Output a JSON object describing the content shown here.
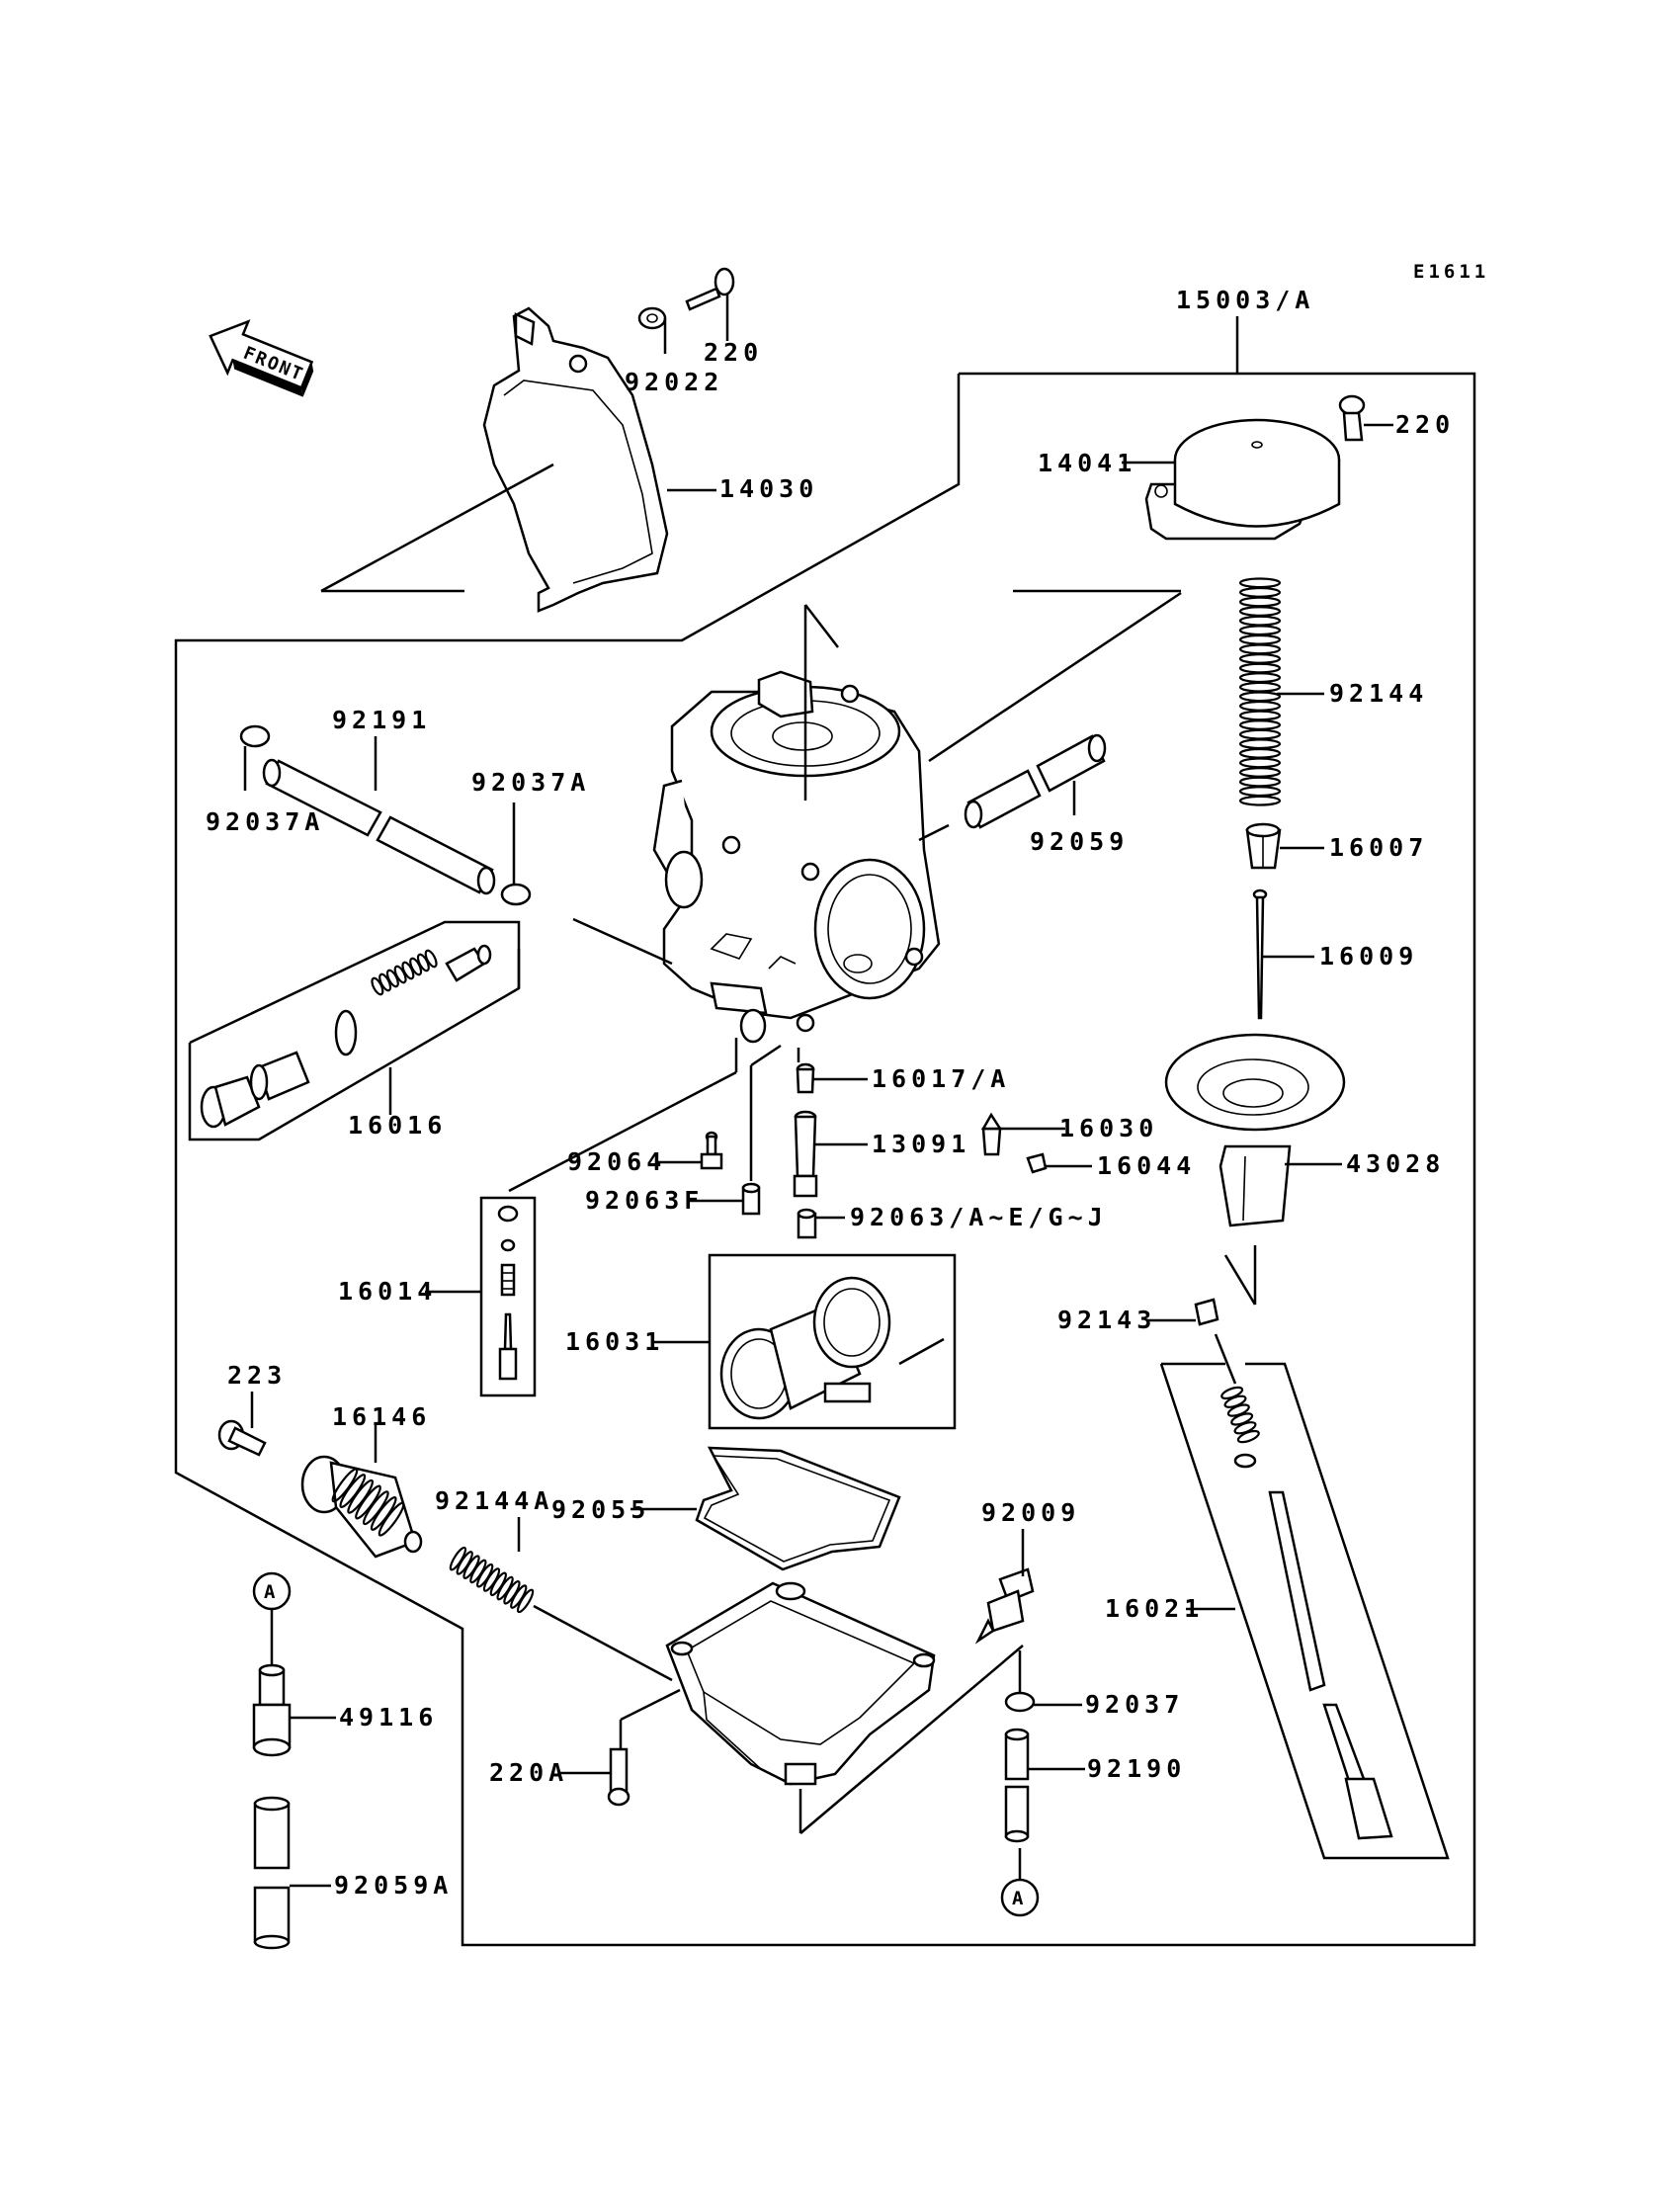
{
  "diagram_code": "E1611",
  "front_label": "FRONT",
  "callouts": [
    {
      "id": "p15003a",
      "text": "15003/A"
    },
    {
      "id": "p220top",
      "text": "220"
    },
    {
      "id": "p92022",
      "text": "92022"
    },
    {
      "id": "p220cap",
      "text": "220"
    },
    {
      "id": "p14030",
      "text": "14030"
    },
    {
      "id": "p14041",
      "text": "14041"
    },
    {
      "id": "p92144",
      "text": "92144"
    },
    {
      "id": "p92191",
      "text": "92191"
    },
    {
      "id": "p92037a_l",
      "text": "92037A"
    },
    {
      "id": "p92037a_r",
      "text": "92037A"
    },
    {
      "id": "p92059",
      "text": "92059"
    },
    {
      "id": "p16007",
      "text": "16007"
    },
    {
      "id": "p16009",
      "text": "16009"
    },
    {
      "id": "p16016",
      "text": "16016"
    },
    {
      "id": "p16017a",
      "text": "16017/A"
    },
    {
      "id": "p16030",
      "text": "16030"
    },
    {
      "id": "p13091",
      "text": "13091"
    },
    {
      "id": "p16044",
      "text": "16044"
    },
    {
      "id": "p92064",
      "text": "92064"
    },
    {
      "id": "p43028",
      "text": "43028"
    },
    {
      "id": "p92063f",
      "text": "92063F"
    },
    {
      "id": "p92063aej",
      "text": "92063/A~E/G~J"
    },
    {
      "id": "p16014",
      "text": "16014"
    },
    {
      "id": "p16031",
      "text": "16031"
    },
    {
      "id": "p92143",
      "text": "92143"
    },
    {
      "id": "p223",
      "text": "223"
    },
    {
      "id": "p16146",
      "text": "16146"
    },
    {
      "id": "p92144a",
      "text": "92144A"
    },
    {
      "id": "p92055",
      "text": "92055"
    },
    {
      "id": "p92009",
      "text": "92009"
    },
    {
      "id": "p16021",
      "text": "16021"
    },
    {
      "id": "p49116",
      "text": "49116"
    },
    {
      "id": "p92037",
      "text": "92037"
    },
    {
      "id": "p220a",
      "text": "220A"
    },
    {
      "id": "p92190",
      "text": "92190"
    },
    {
      "id": "p92059a",
      "text": "92059A"
    }
  ],
  "ref_marks": [
    {
      "id": "ref_a_left",
      "text": "A"
    },
    {
      "id": "ref_a_right",
      "text": "A"
    }
  ]
}
